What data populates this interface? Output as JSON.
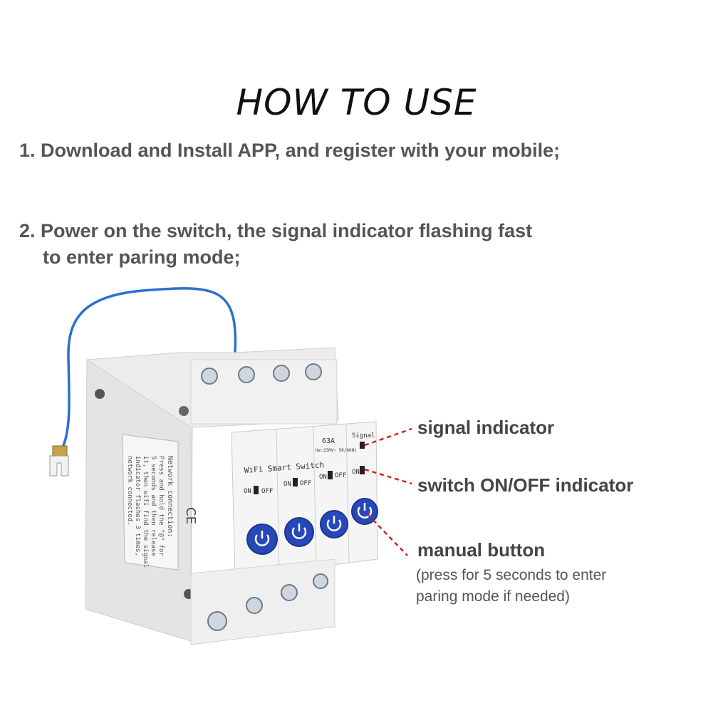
{
  "title": "HOW TO USE",
  "steps": [
    {
      "line1": "1. Download and Install APP, and register with your mobile;"
    },
    {
      "line1": "2. Power on the switch, the signal indicator flashing fast",
      "line2": "to enter paring mode;"
    }
  ],
  "callouts": {
    "signal": "signal indicator",
    "switch": "switch ON/OFF indicator",
    "button": "manual button",
    "button_note_1": "(press for 5 seconds to enter",
    "button_note_2": "paring mode if needed)"
  },
  "device": {
    "front_label": "WiFi Smart Switch",
    "rating": "63A",
    "rating_sub": "Ue:230V~ 50/60Hz",
    "signal_text": "Signal",
    "on": "ON",
    "off": "OFF",
    "ce": "CE",
    "side_text": [
      "Network connection:",
      "Press and hold the \"@\" for",
      "5 seconds and then release",
      "it, then wifi find the signal",
      "indicator flashes 3 times,",
      "network connected."
    ]
  },
  "colors": {
    "button_blue": "#2648b8",
    "wire_blue": "#2d6fd0",
    "callout_red": "#d42020",
    "text_gray": "#555555"
  }
}
